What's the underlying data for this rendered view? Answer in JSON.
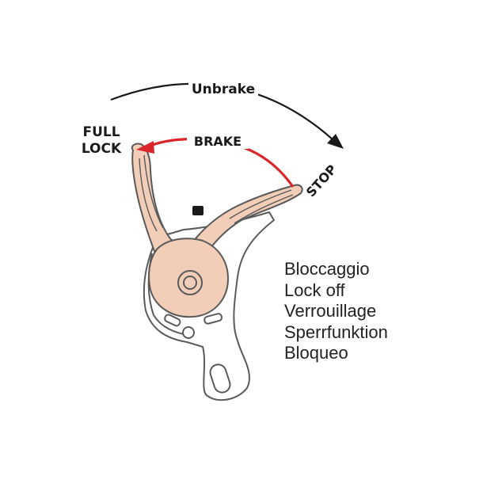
{
  "labels": {
    "unbrake": "Unbrake",
    "brake": "BRAKE",
    "full_lock_line1": "FULL",
    "full_lock_line2": "LOCK",
    "stop": "STOP"
  },
  "languages": [
    "Bloccaggio",
    "Lock off",
    "Verrouillage",
    "Sperrfunktion",
    "Bloqueo"
  ],
  "colors": {
    "brake_arrow": "#d9262a",
    "handle_fill": "#f2cdb7",
    "outline": "#5a5a5a",
    "text": "#1a1a1a"
  },
  "icons": {
    "unbrake_arrowhead": "triangle-arrowhead-icon",
    "brake_arrowhead": "red-triangle-arrowhead-icon"
  }
}
